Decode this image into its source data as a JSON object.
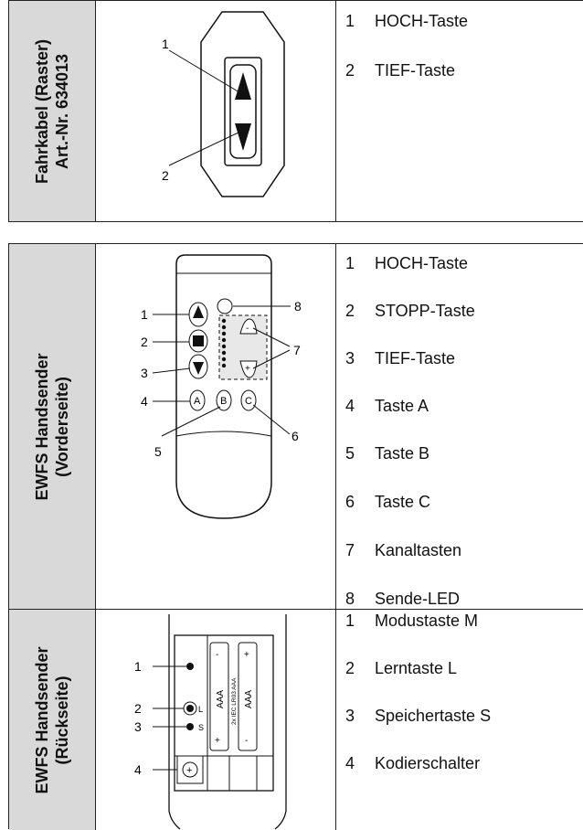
{
  "section1": {
    "side_label_line1": "Fahrkabel (Raster)",
    "side_label_line2": "Art.-Nr. 634013",
    "callouts": [
      "1",
      "2"
    ],
    "legend": [
      {
        "num": "1",
        "text": "HOCH-Taste"
      },
      {
        "num": "2",
        "text": "TIEF-Taste"
      }
    ]
  },
  "section2": {
    "side_label_line1": "EWFS Handsender",
    "side_label_line2": "(Vorderseite)",
    "callouts": [
      "1",
      "2",
      "3",
      "4",
      "5",
      "6",
      "7",
      "8"
    ],
    "button_letters": [
      "A",
      "B",
      "C"
    ],
    "channel_minus": "-",
    "channel_plus": "+",
    "legend": [
      {
        "num": "1",
        "text": "HOCH-Taste"
      },
      {
        "num": "2",
        "text": "STOPP-Taste"
      },
      {
        "num": "3",
        "text": "TIEF-Taste"
      },
      {
        "num": "4",
        "text": "Taste A"
      },
      {
        "num": "5",
        "text": "Taste B"
      },
      {
        "num": "6",
        "text": "Taste C"
      },
      {
        "num": "7",
        "text": "Kanaltasten"
      },
      {
        "num": "8",
        "text": "Sende-LED"
      }
    ]
  },
  "section3": {
    "side_label_line1": "EWFS Handsender",
    "side_label_line2": "(Rückseite)",
    "callouts": [
      "1",
      "2",
      "3",
      "4"
    ],
    "battery_text_1": "AAA",
    "battery_text_2": "AAA",
    "battery_middle_text": "2x IEC LR03 AAA",
    "letters": {
      "L": "L",
      "S": "S"
    },
    "legend": [
      {
        "num": "1",
        "text": "Modustaste M"
      },
      {
        "num": "2",
        "text": "Lerntaste L"
      },
      {
        "num": "3",
        "text": "Speichertaste S"
      },
      {
        "num": "4",
        "text": "Kodierschalter"
      }
    ]
  }
}
